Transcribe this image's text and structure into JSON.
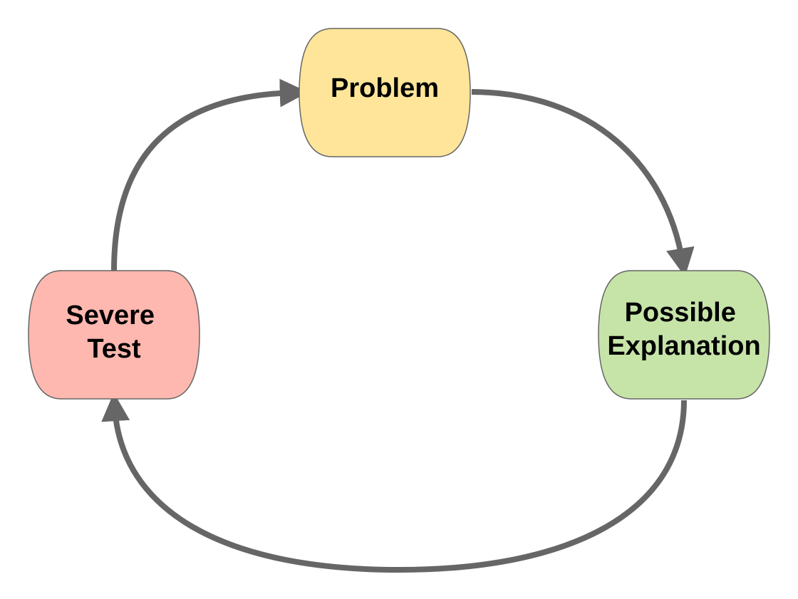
{
  "colors": {
    "arrow": "#666666",
    "node_border": "#666666"
  },
  "nodes": {
    "problem": {
      "lines": [
        "Problem"
      ],
      "fill": "#ffe599"
    },
    "explanation": {
      "lines": [
        "Possible",
        "Explanation"
      ],
      "fill": "#c6e4a8"
    },
    "test": {
      "lines": [
        "Severe",
        "Test"
      ],
      "fill": "#ffb8b0"
    }
  },
  "edges": [
    {
      "from": "problem",
      "to": "explanation"
    },
    {
      "from": "explanation",
      "to": "test"
    },
    {
      "from": "test",
      "to": "problem"
    }
  ]
}
